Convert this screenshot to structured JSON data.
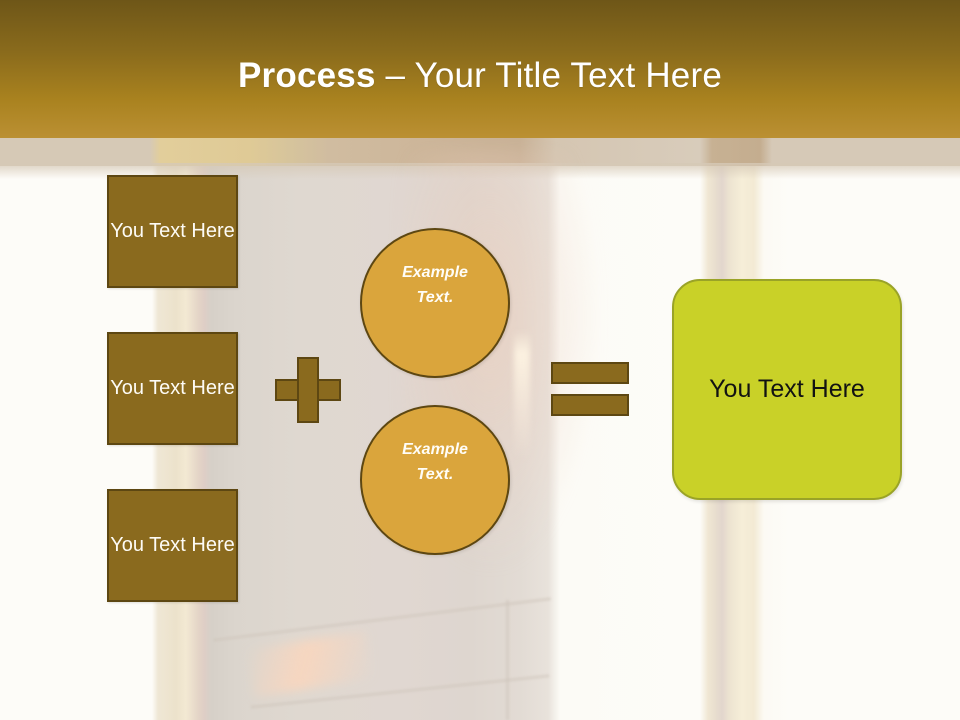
{
  "slide": {
    "title_strong": "Process",
    "title_rest": " – Your Title Text Here"
  },
  "inputs": [
    {
      "label": "You Text Here"
    },
    {
      "label": "You Text Here"
    },
    {
      "label": "You Text Here"
    }
  ],
  "operators": {
    "plus": "+",
    "equals": "="
  },
  "circles": [
    {
      "line1": "Example",
      "line2": "Text."
    },
    {
      "line1": "Example",
      "line2": "Text."
    }
  ],
  "result": {
    "label": "You Text Here"
  },
  "colors": {
    "banner_top": "#6e5618",
    "banner_bottom": "#bb9033",
    "box_fill": "#8a6a1e",
    "box_border": "#5d4712",
    "circle_fill": "#daa53c",
    "circle_border": "#5d4712",
    "result_fill": "#c9d128",
    "result_border": "#9aa327",
    "title_text": "#ffffff",
    "result_text": "#121212",
    "background": "#fdfcf8"
  }
}
